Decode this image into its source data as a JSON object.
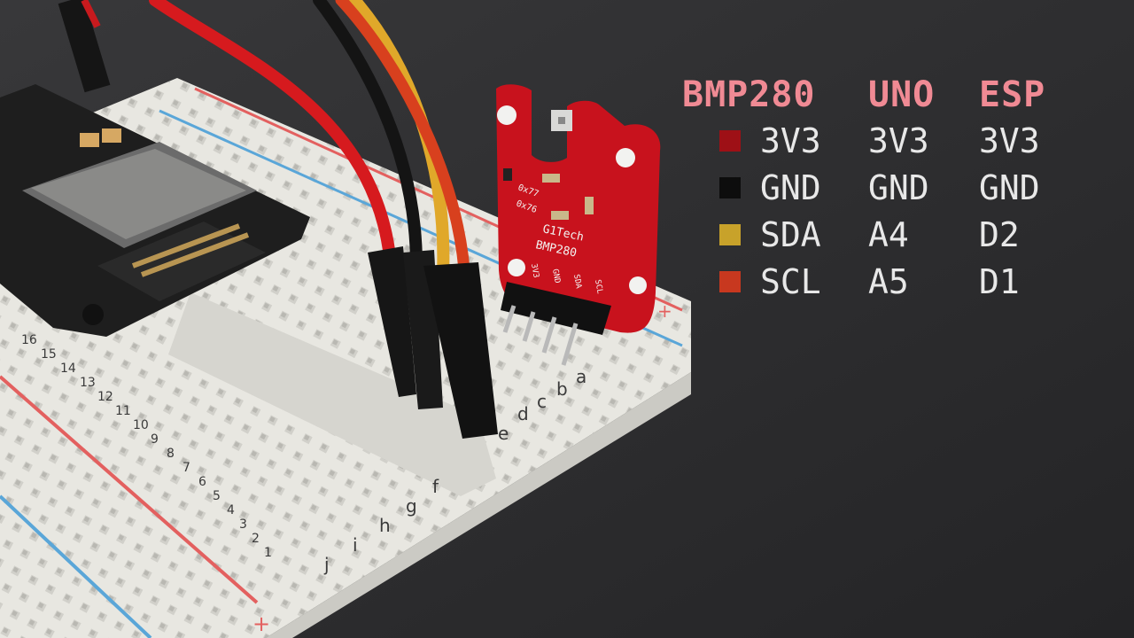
{
  "photo": {
    "board_pcb_text": [
      "G1Tech",
      "BMP280"
    ],
    "address_labels": [
      "0x77",
      "0x76"
    ],
    "pin_labels": [
      "3V3",
      "GND",
      "SDA",
      "SCL"
    ],
    "breadboard_row_letters": [
      "a",
      "b",
      "c",
      "d",
      "e",
      "f",
      "g",
      "h",
      "i",
      "j"
    ],
    "breadboard_column_numbers": [
      "1",
      "2",
      "3",
      "4",
      "5",
      "6",
      "7",
      "8",
      "9",
      "10",
      "11",
      "12",
      "13",
      "14",
      "15",
      "16"
    ],
    "plus_sign": "+"
  },
  "pinout": {
    "headers": [
      "BMP280",
      "UNO",
      "ESP"
    ],
    "rows": [
      {
        "color": "#9e1016",
        "bmp280": "3V3",
        "uno": "3V3",
        "esp": "3V3"
      },
      {
        "color": "#0d0d0d",
        "bmp280": "GND",
        "uno": "GND",
        "esp": "GND"
      },
      {
        "color": "#c8a22a",
        "bmp280": "SDA",
        "uno": "A4",
        "esp": "D2"
      },
      {
        "color": "#c8381f",
        "bmp280": "SCL",
        "uno": "A5",
        "esp": "D1"
      }
    ]
  },
  "colors": {
    "background": "#2c2c2e",
    "header_text": "#f08a94",
    "row_text": "#e8e8e8",
    "sensor_board": "#c8121d",
    "breadboard": "#ecebe6",
    "rail_red": "#e3605f",
    "rail_blue": "#5aa6d8"
  }
}
